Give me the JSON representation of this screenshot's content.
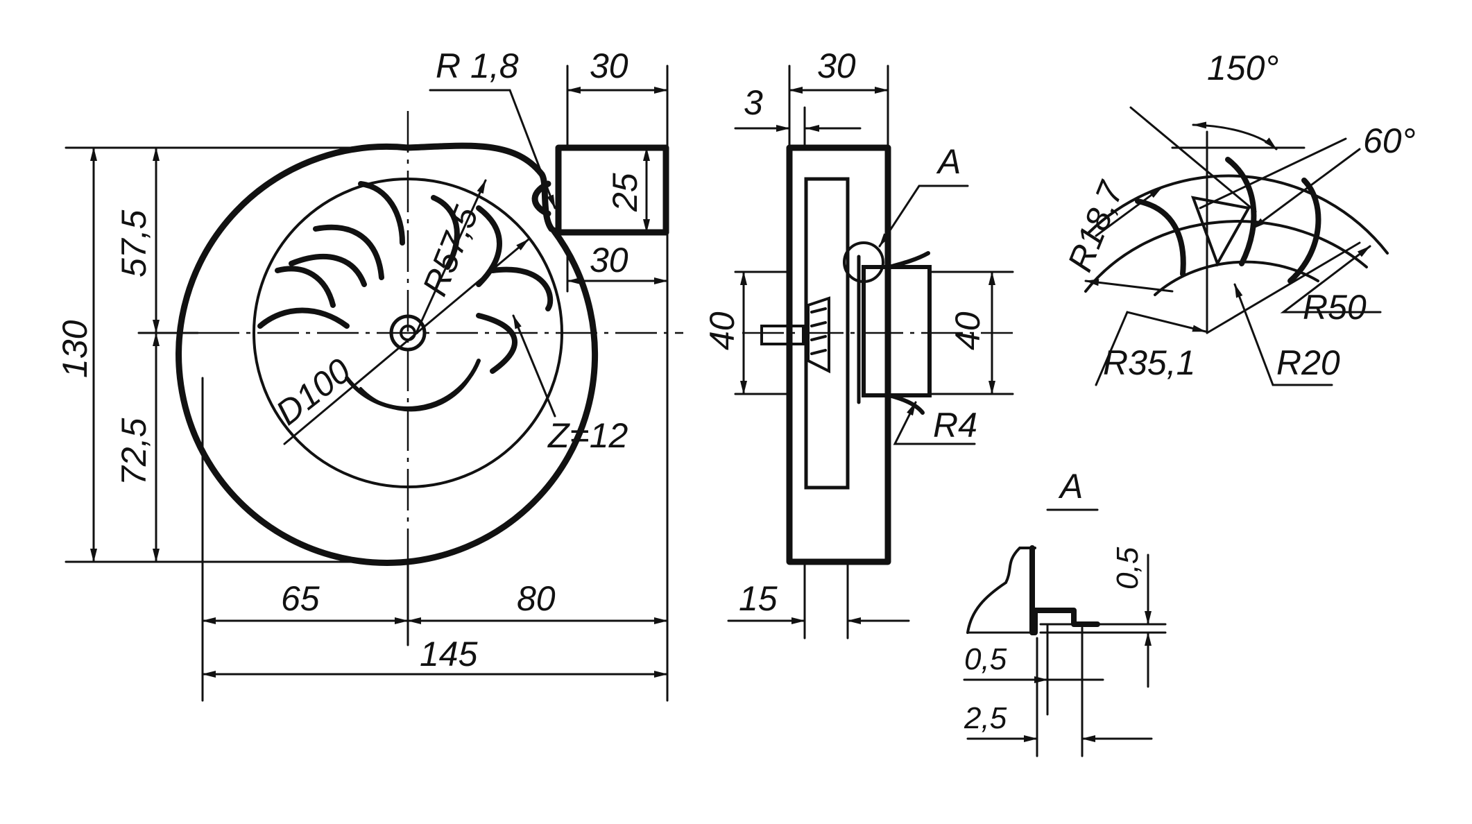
{
  "front_view": {
    "dim_radius_cutwater": "R 1,8",
    "dim_outlet_width_top": "30",
    "dim_outlet_height": "25",
    "dim_outlet_width_mid": "30",
    "dim_top_height": "57,5",
    "dim_total_height": "130",
    "dim_bottom_height": "72,5",
    "dim_scroll_radius": "R57,5",
    "dim_impeller_diameter": "D100",
    "blade_count": "Z=12",
    "dim_left_width": "65",
    "dim_right_width": "80",
    "dim_total_width": "145"
  },
  "side_view": {
    "dim_width_top": "30",
    "dim_wall": "3",
    "detail_callout": "A",
    "dim_left_height": "40",
    "dim_right_height": "40",
    "dim_fillet": "R4",
    "dim_bottom": "15"
  },
  "blade_view": {
    "dim_angle_top": "150°",
    "dim_angle_side": "60°",
    "dim_radius_blade": "R18,7",
    "dim_radius_outer": "R50",
    "dim_radius_inner": "R35,1",
    "dim_radius_hub": "R20"
  },
  "detail_a": {
    "title": "A",
    "dim_gap_vertical": "0,5",
    "dim_gap_horizontal": "0,5",
    "dim_thickness": "2,5"
  }
}
